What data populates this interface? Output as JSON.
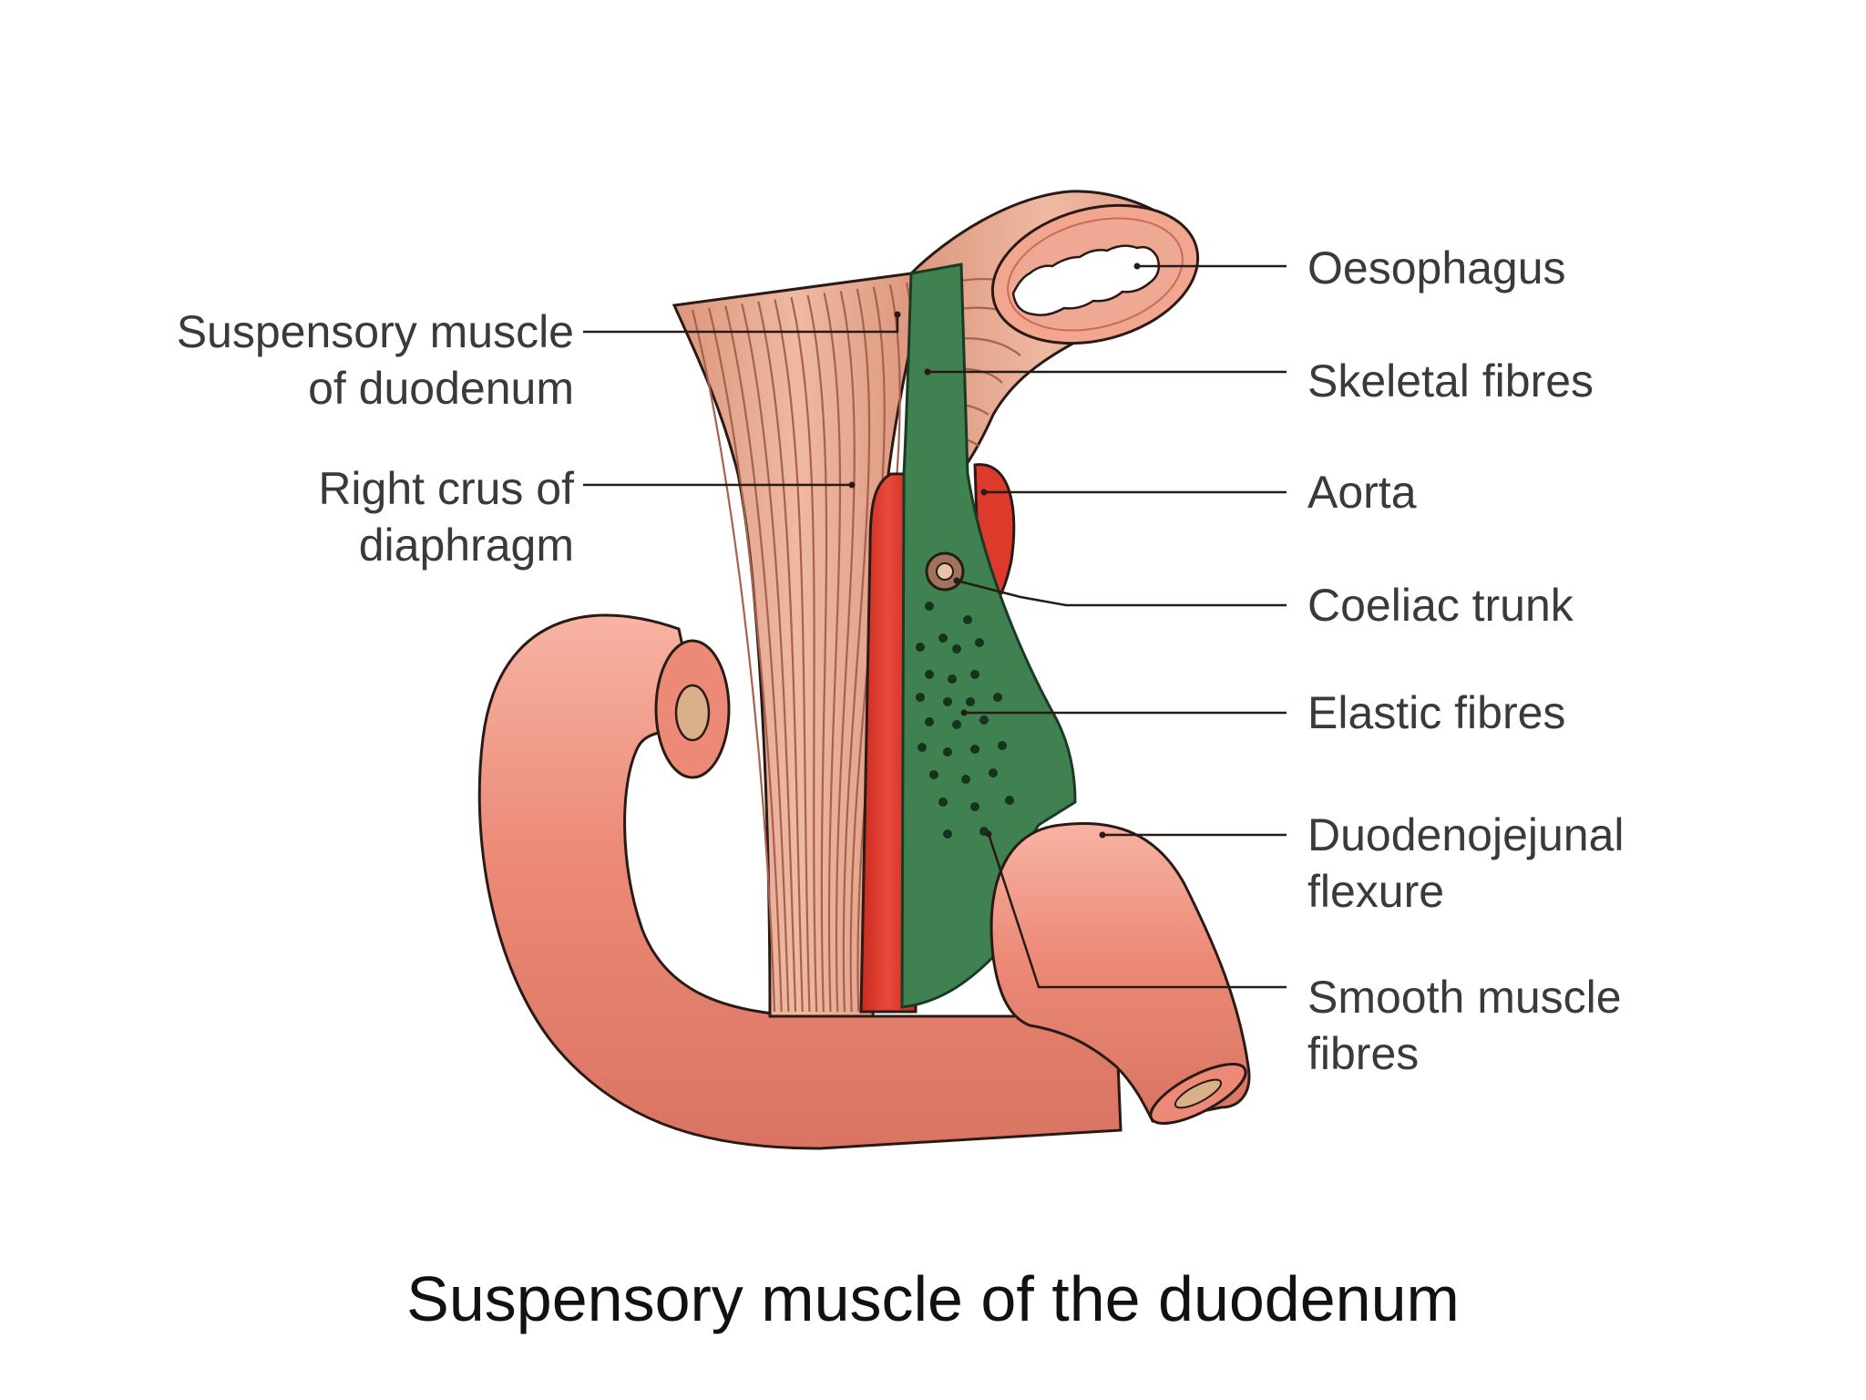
{
  "caption": "Suspensory muscle of the duodenum",
  "labels": {
    "suspensory_muscle": [
      "Suspensory muscle",
      "of duodenum"
    ],
    "right_crus": [
      "Right crus of",
      "diaphragm"
    ],
    "oesophagus": [
      "Oesophagus"
    ],
    "skeletal_fibres": [
      "Skeletal fibres"
    ],
    "aorta": [
      "Aorta"
    ],
    "coeliac_trunk": [
      "Coeliac trunk"
    ],
    "elastic_fibres": [
      "Elastic fibres"
    ],
    "dj_flexure": [
      "Duodenojejunal",
      "flexure"
    ],
    "smooth_muscle": [
      "Smooth muscle",
      "fibres"
    ]
  },
  "colors": {
    "bowel": "#ec8a77",
    "bowel_dark": "#c86c5a",
    "muscle": "#e5a58d",
    "muscle_line": "#a8614c",
    "aorta": "#dd3a2c",
    "ligament": "#3f8150",
    "dots": "#15331d",
    "lumen": "#d9b08a"
  }
}
